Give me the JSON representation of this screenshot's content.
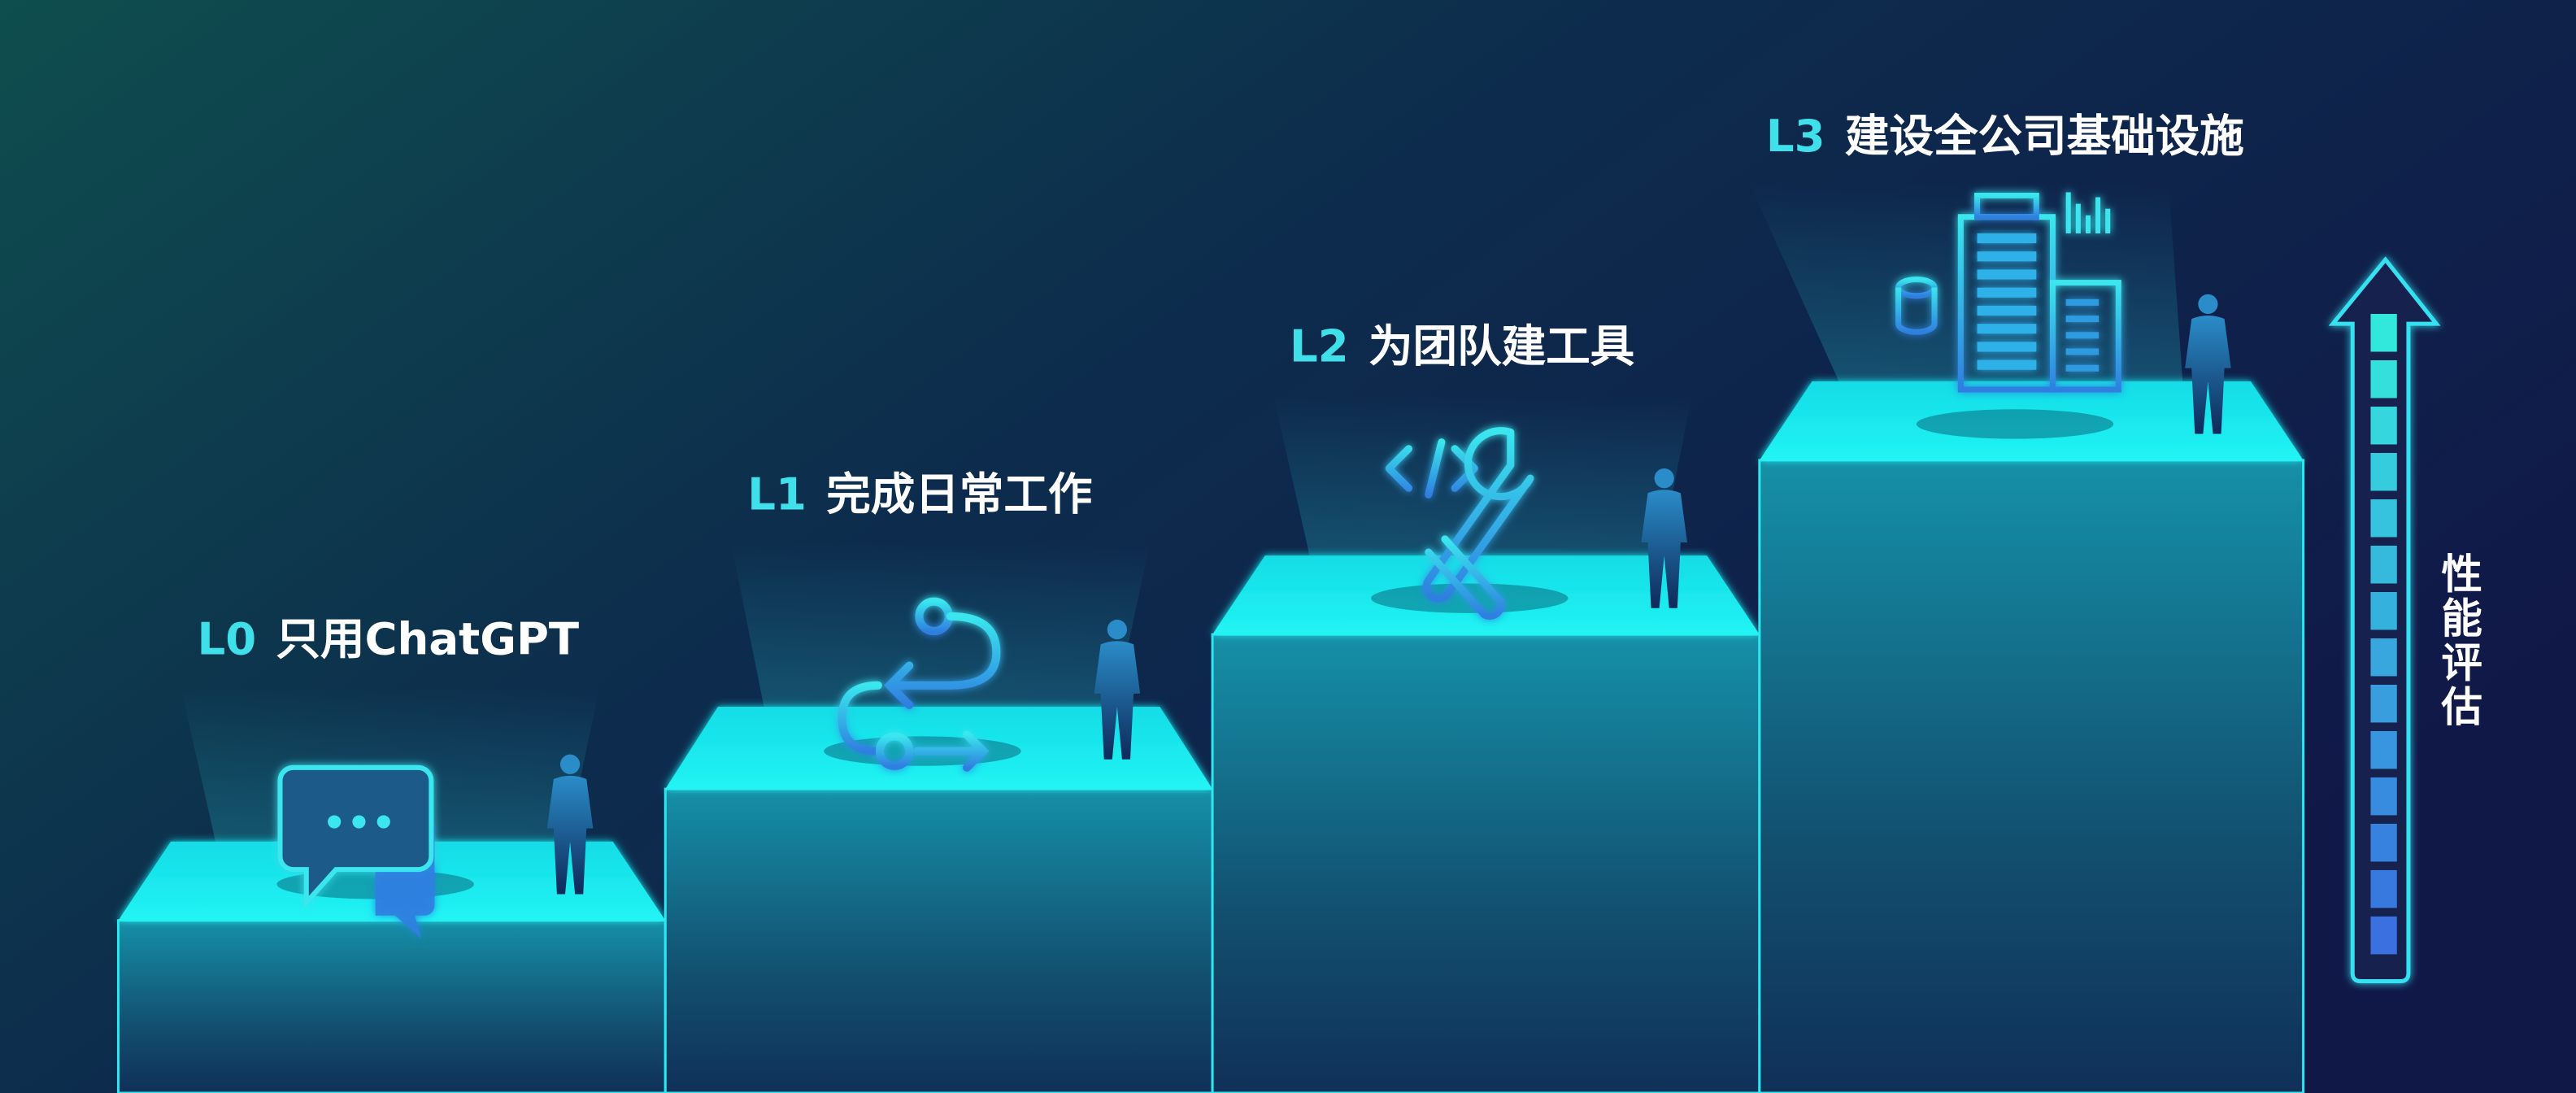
{
  "steps": [
    {
      "level": "L0",
      "title": "只用ChatGPT",
      "icon": "chat-bubbles-icon"
    },
    {
      "level": "L1",
      "title": "完成日常工作",
      "icon": "workflow-icon"
    },
    {
      "level": "L2",
      "title": "为团队建工具",
      "icon": "code-wrench-icon"
    },
    {
      "level": "L3",
      "title": "建设全公司基础设施",
      "icon": "building-infrastructure-icon"
    }
  ],
  "meter": {
    "label_chars": [
      "性",
      "能",
      "评",
      "估"
    ],
    "segments": 14
  },
  "colors": {
    "accent": "#3fe0ea",
    "top_face": "#19e6ec",
    "background": "#0f1a48",
    "meter_top": "#33e8dc",
    "meter_bottom": "#3a70e0"
  }
}
